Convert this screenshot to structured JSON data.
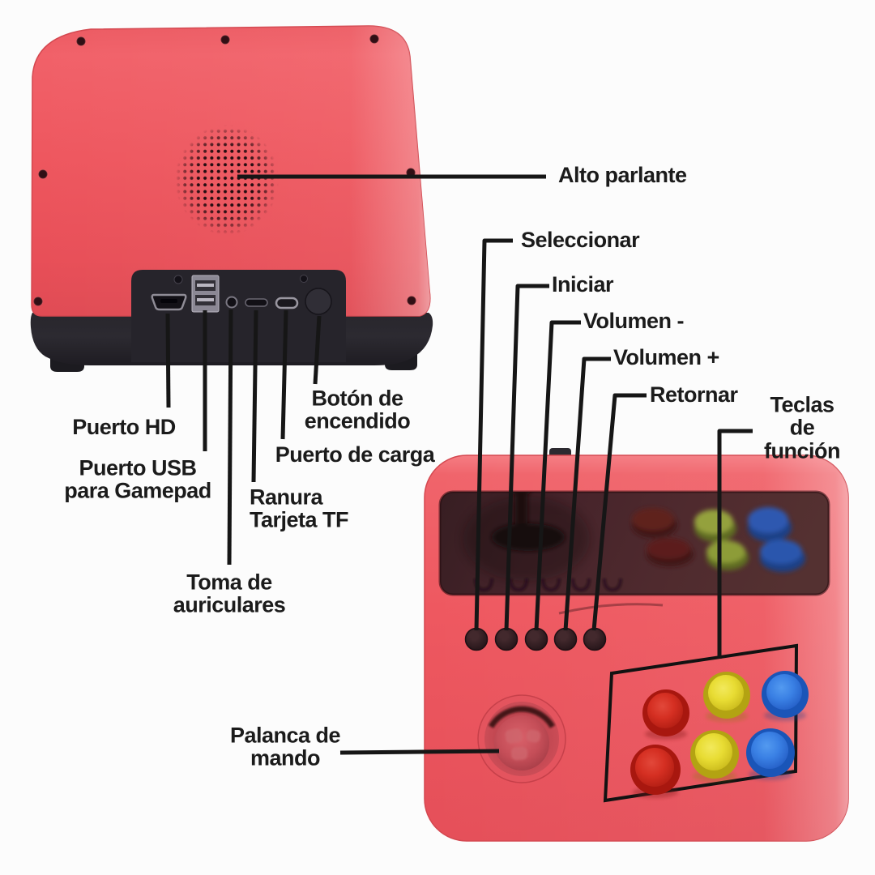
{
  "diagram": {
    "type": "product-callout-diagram",
    "subject": "retro arcade game console, back view and front view"
  },
  "back_view": {
    "labels": {
      "speaker": "Alto parlante",
      "hd_port": "Puerto HD",
      "usb_port": "Puerto USB\npara Gamepad",
      "tf_card_slot": "Ranura\nTarjeta TF",
      "headphone_jack": "Toma de\nauriculares",
      "power_button": "Botón de\nencendido",
      "charging_port": "Puerto de carga"
    }
  },
  "front_view": {
    "labels": {
      "select_button": "Seleccionar",
      "start_button": "Iniciar",
      "volume_down": "Volumen -",
      "volume_up": "Volumen +",
      "return_button": "Retornar",
      "function_keys": "Teclas de\nfunción",
      "joystick": "Palanca de\nmando"
    }
  },
  "colors": {
    "background": "#fcfcfc",
    "console_red": "#ee5860",
    "base_black": "#232127",
    "screen_dark": "#46242a",
    "callout_line": "#161616",
    "label_text": "#1b1b1b",
    "button_red": "#d52f22",
    "button_yellow": "#e8dc33",
    "button_blue": "#3a80e4",
    "screen_button_olive": "#94a13c",
    "screen_button_blue": "#2d59b0",
    "screen_button_darkred": "#5e201c"
  }
}
